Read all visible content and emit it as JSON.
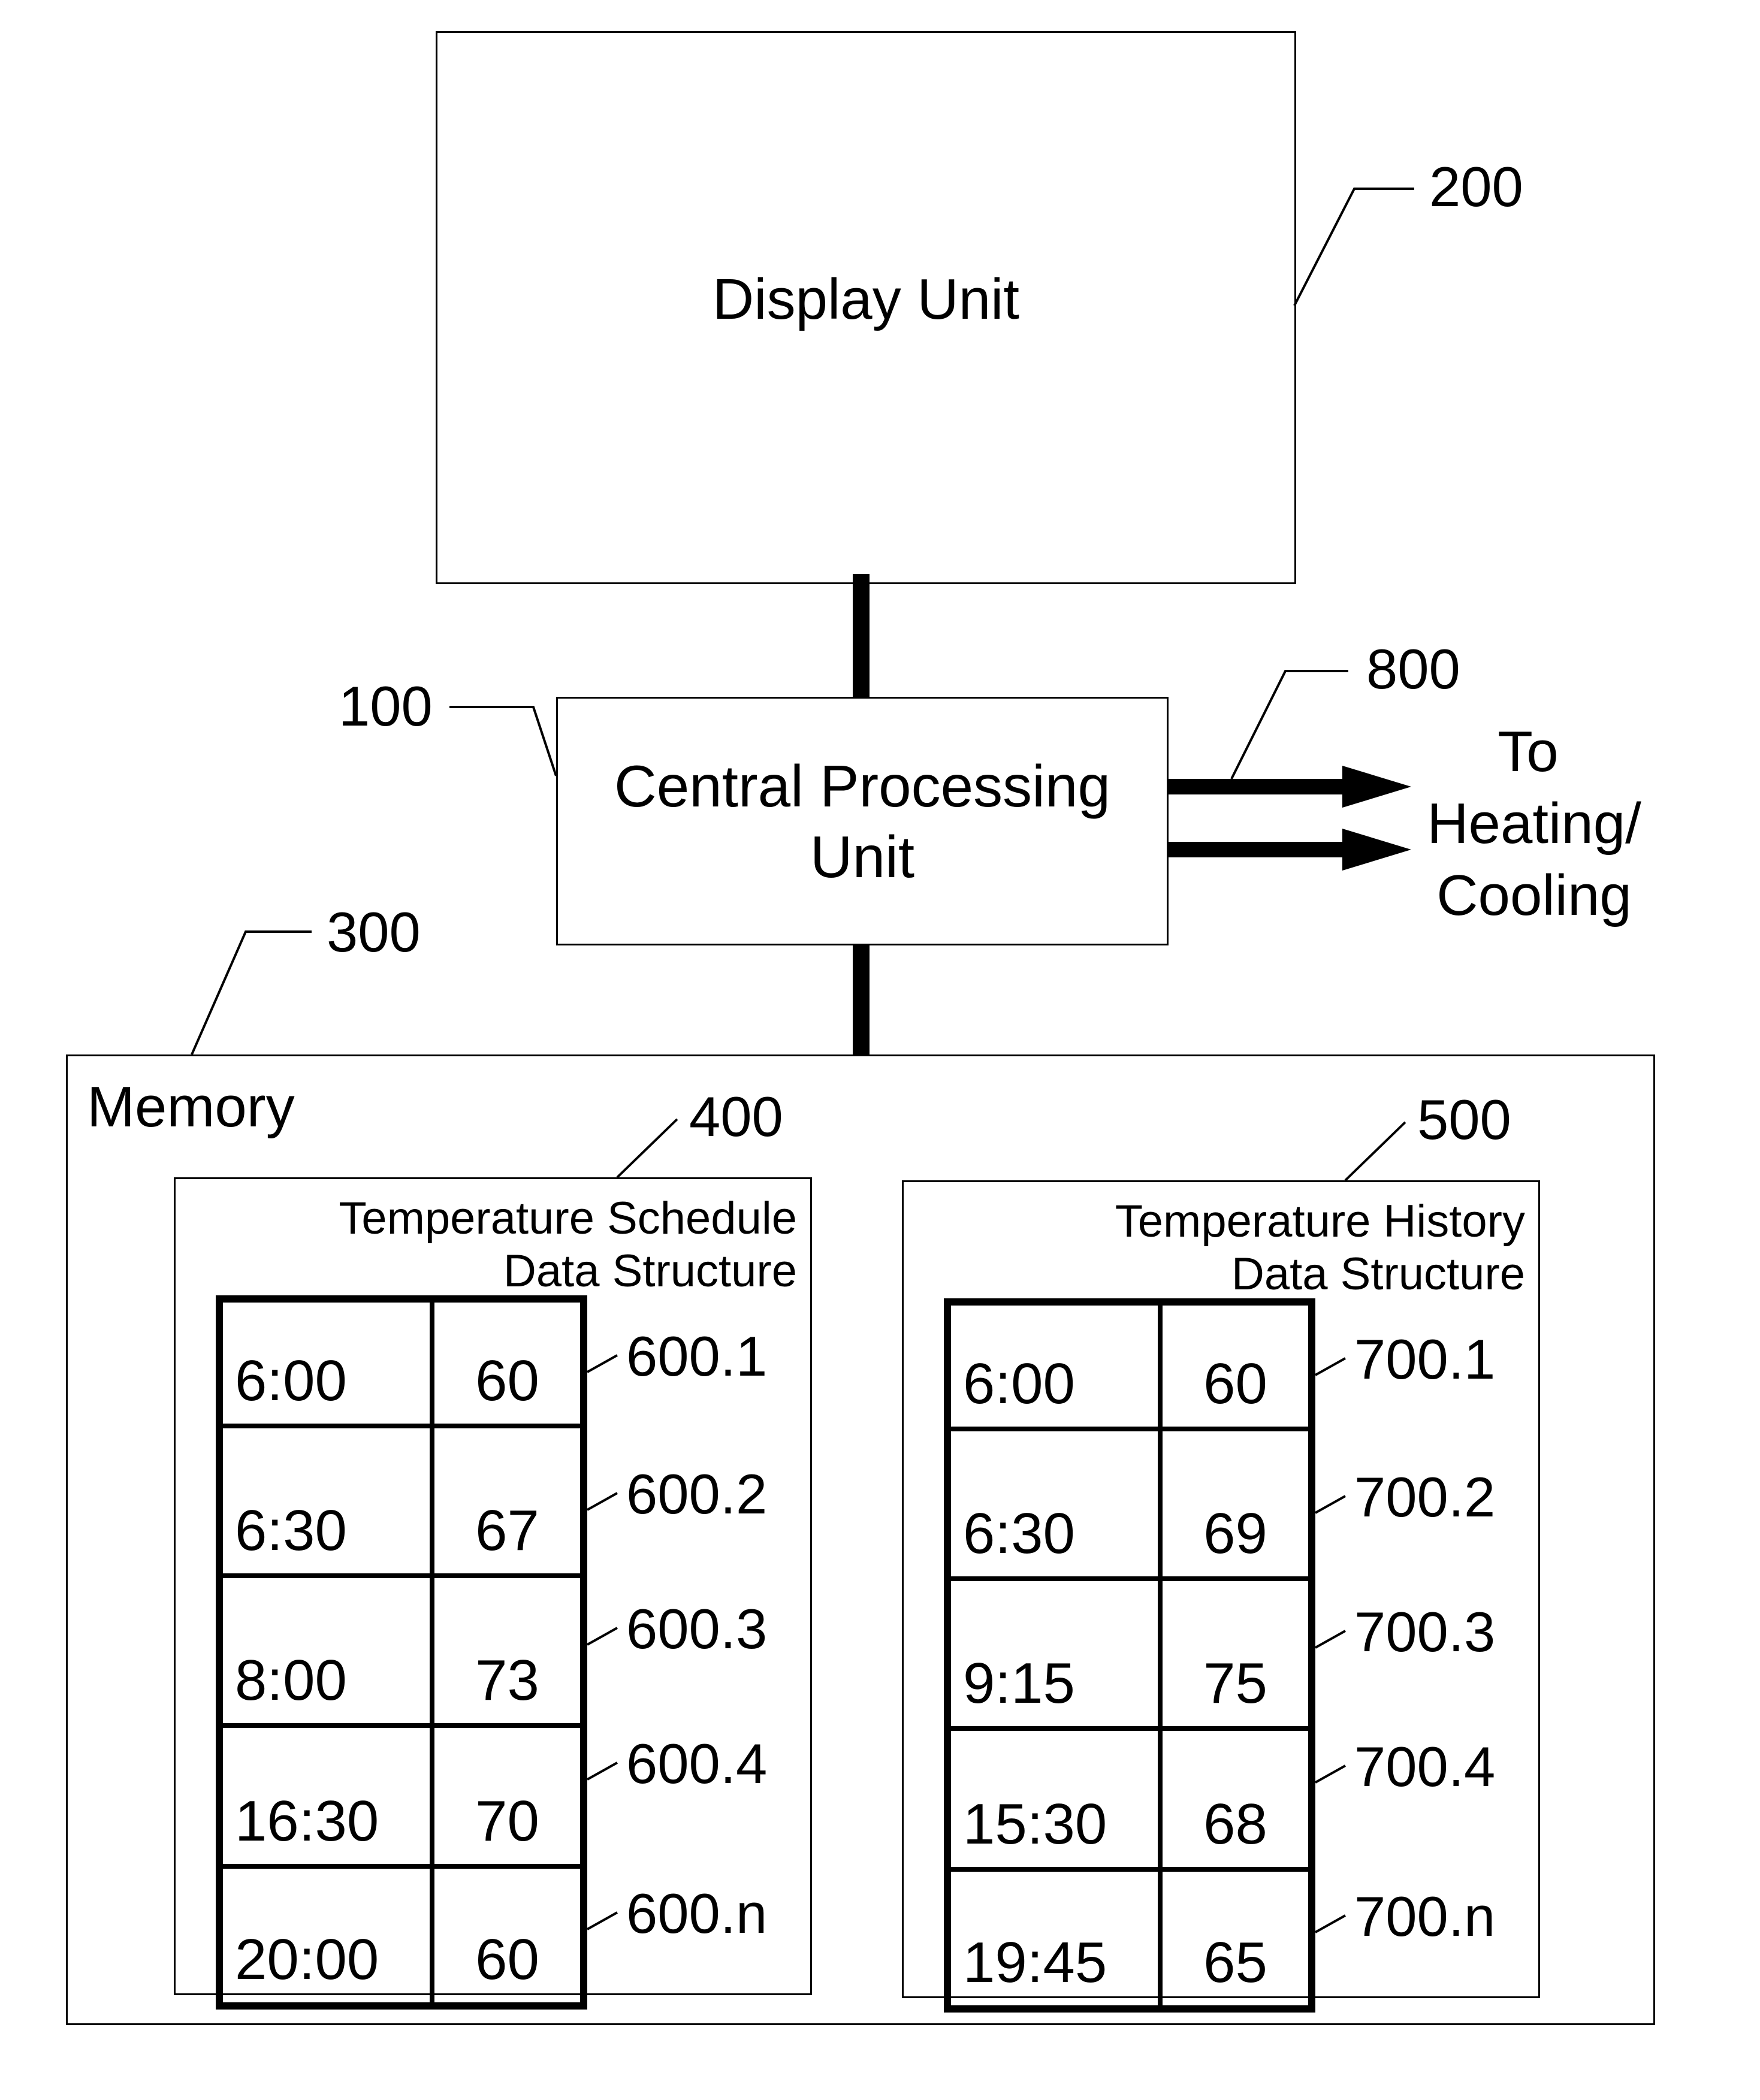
{
  "display_unit": {
    "label": "Display Unit",
    "ref": "200"
  },
  "cpu": {
    "label_line1": "Central Processing",
    "label_line2": "Unit",
    "ref": "100"
  },
  "output": {
    "ref": "800",
    "line1": "To",
    "line2": "Heating/",
    "line3": "Cooling"
  },
  "memory": {
    "label": "Memory",
    "ref": "300"
  },
  "schedule": {
    "ref": "400",
    "title_line1": "Temperature Schedule",
    "title_line2": "Data Structure",
    "rows": [
      {
        "time": "6:00",
        "temp": "60",
        "ref": "600.1"
      },
      {
        "time": "6:30",
        "temp": "67",
        "ref": "600.2"
      },
      {
        "time": "8:00",
        "temp": "73",
        "ref": "600.3"
      },
      {
        "time": "16:30",
        "temp": "70",
        "ref": "600.4"
      },
      {
        "time": "20:00",
        "temp": "60",
        "ref": "600.n"
      }
    ]
  },
  "history": {
    "ref": "500",
    "title_line1": "Temperature History",
    "title_line2": "Data Structure",
    "rows": [
      {
        "time": "6:00",
        "temp": "60",
        "ref": "700.1"
      },
      {
        "time": "6:30",
        "temp": "69",
        "ref": "700.2"
      },
      {
        "time": "9:15",
        "temp": "75",
        "ref": "700.3"
      },
      {
        "time": "15:30",
        "temp": "68",
        "ref": "700.4"
      },
      {
        "time": "19:45",
        "temp": "65",
        "ref": "700.n"
      }
    ]
  }
}
